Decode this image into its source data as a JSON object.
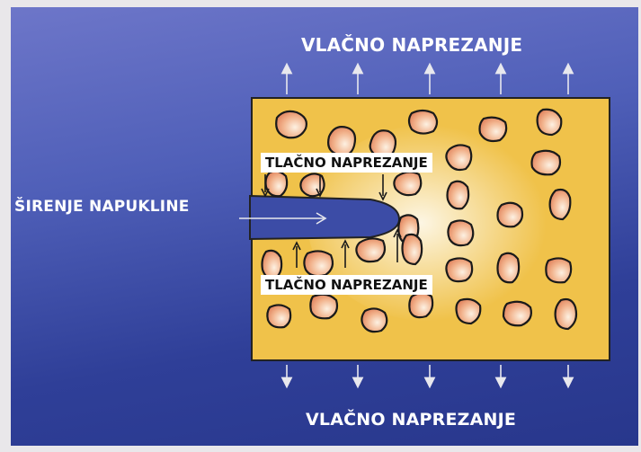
{
  "labels": {
    "tensile_top": "VLAČNO NAPREZANJE",
    "tensile_bottom": "VLAČNO NAPREZANJE",
    "crack_propagation": "ŠIRENJE NAPUKLINE",
    "compressive_upper": "TLAČNO NAPREZANJE",
    "compressive_lower": "TLAČNO NAPREZANJE"
  },
  "colors": {
    "background_top": "#6d76c9",
    "background_bottom": "#28378c",
    "matrix": "#f0c24a",
    "particle_fill": "#e8906a",
    "particle_highlight": "#fbe9d6",
    "outline": "#1a1a1a"
  }
}
